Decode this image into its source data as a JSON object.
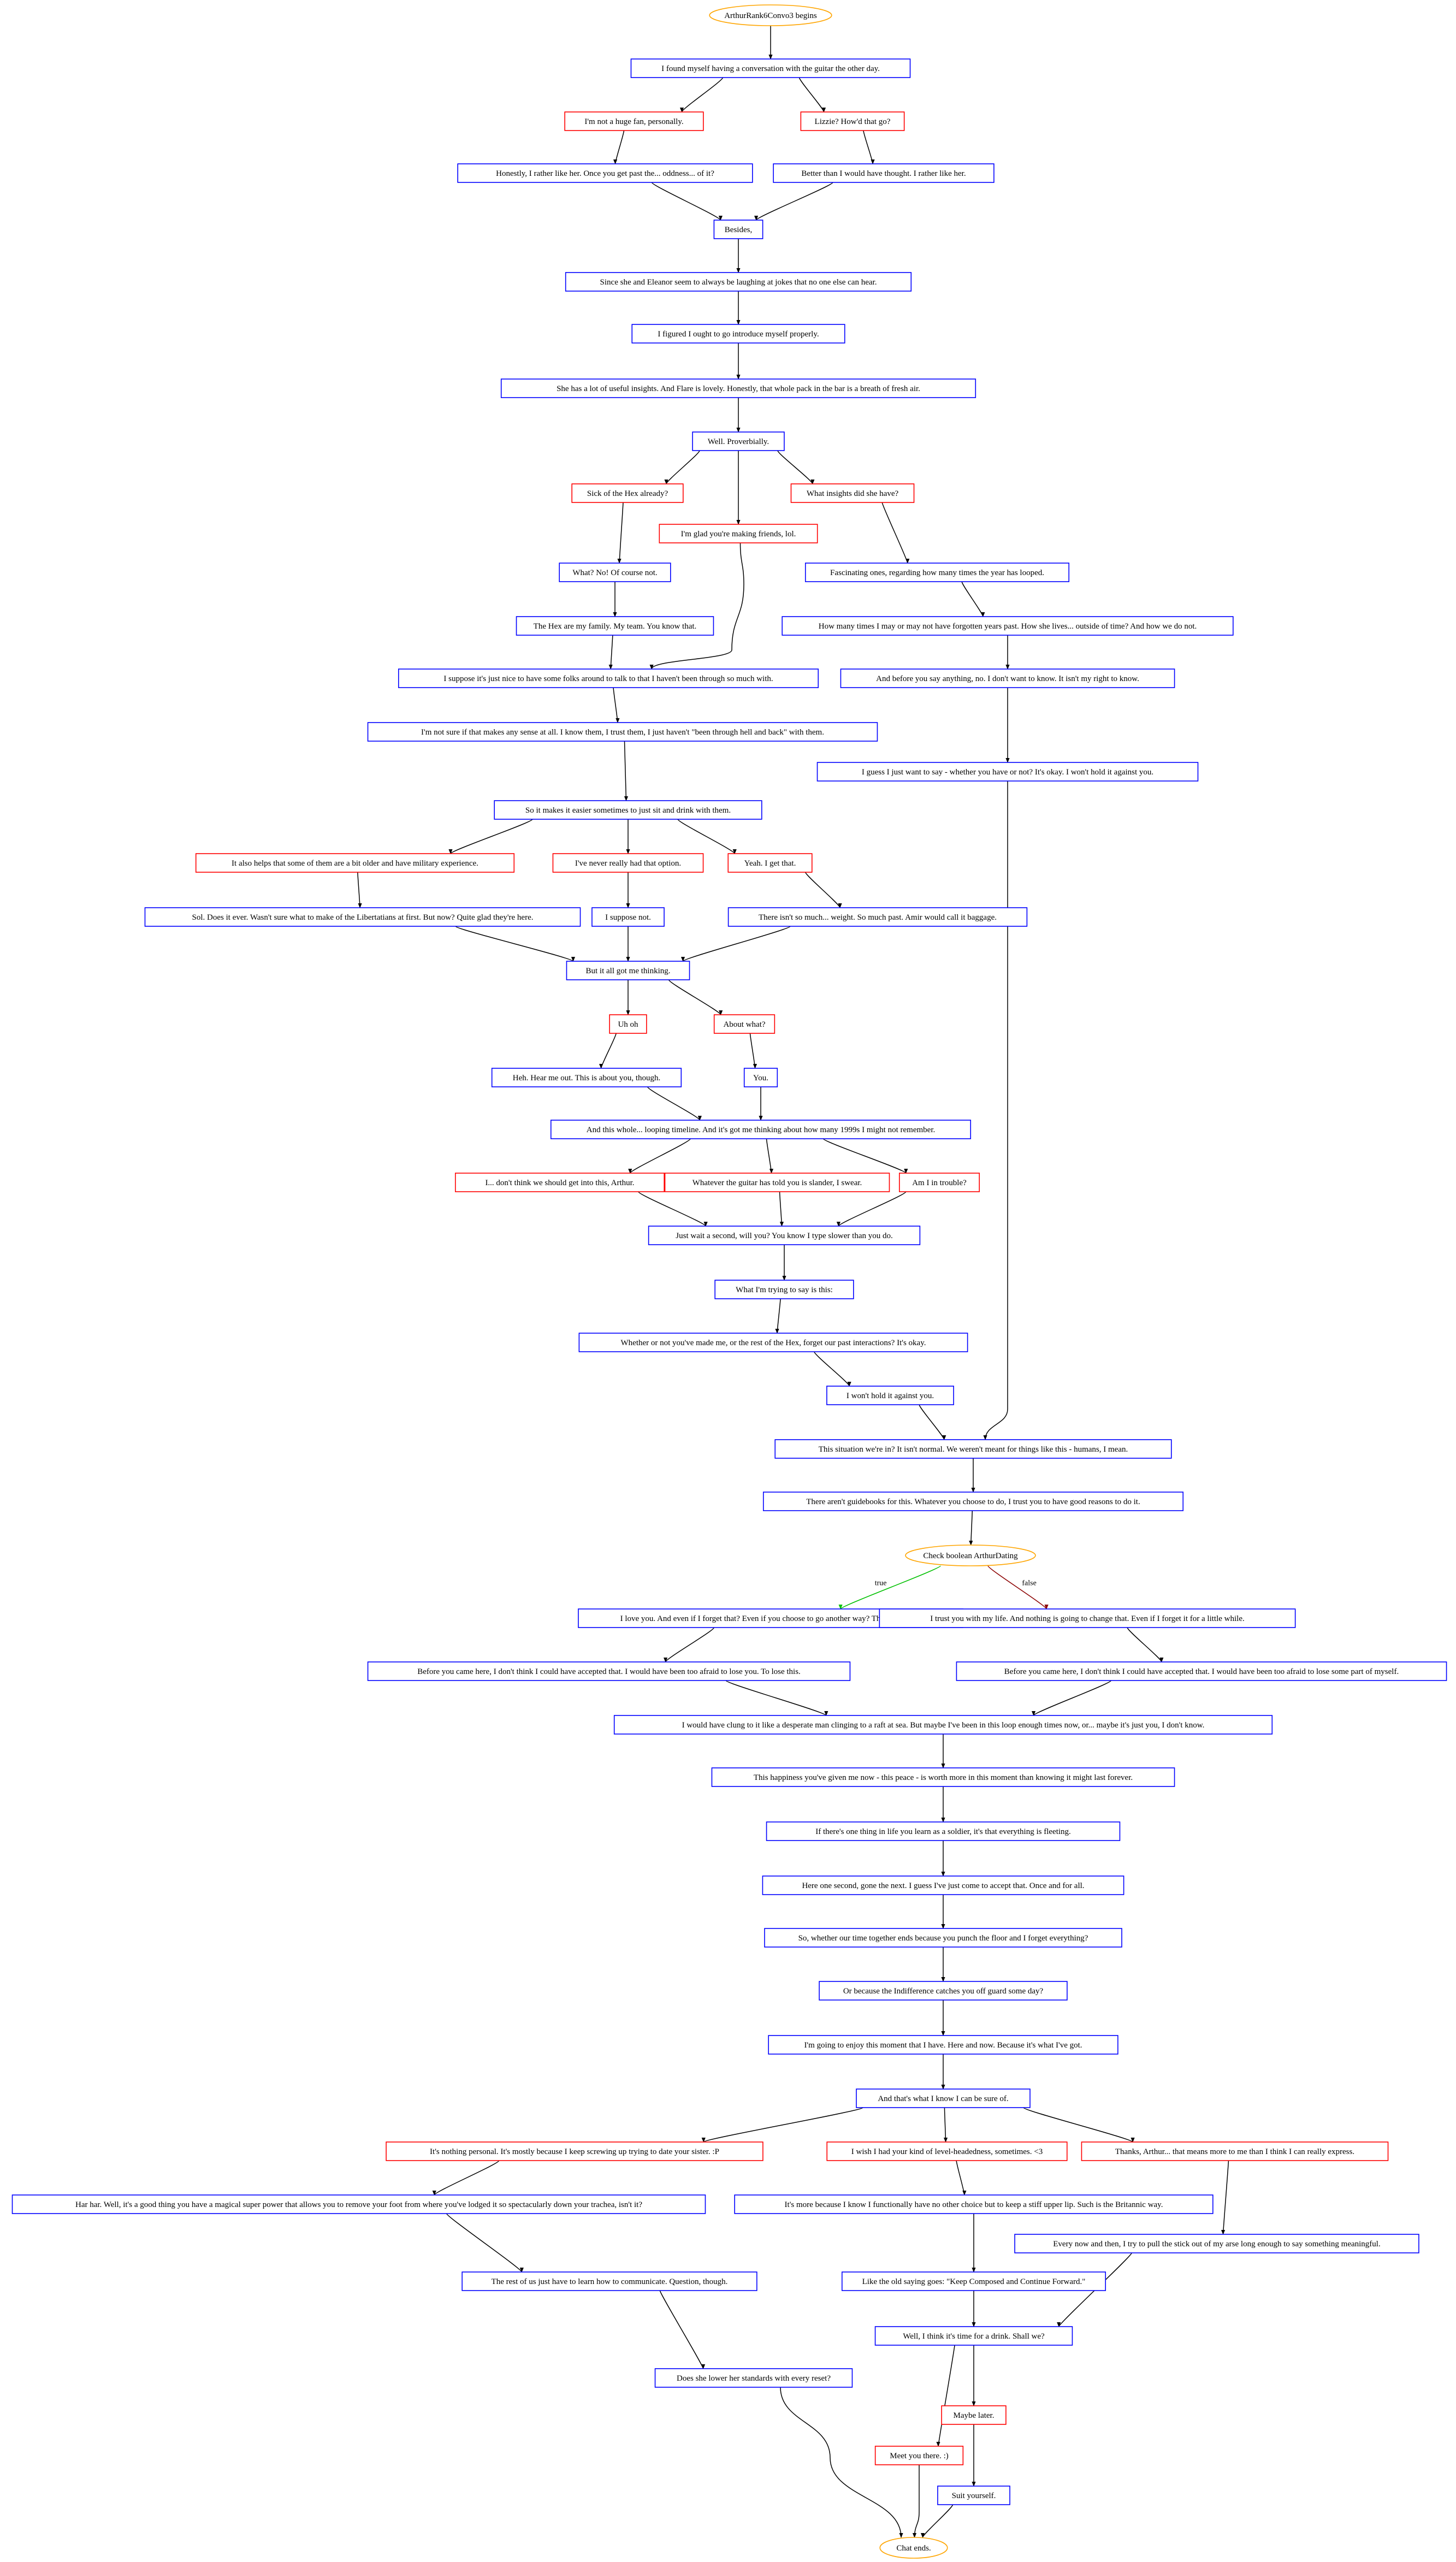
{
  "colors": {
    "blue": "#0000ff",
    "red": "#ff0000",
    "orange": "#ffa500",
    "green": "#00c000",
    "darkred": "#8b0000",
    "edge": "#000000",
    "text": "#000000"
  },
  "diagram": {
    "nodes": [
      {
        "id": "start",
        "text": "ArthurRank6Convo3 begins",
        "kind": "terminal",
        "color": "orange"
      },
      {
        "id": "n1",
        "text": "I found myself having a conversation with the guitar the other day.",
        "kind": "box",
        "color": "blue"
      },
      {
        "id": "c1",
        "text": "I'm not a huge fan, personally.",
        "kind": "box",
        "color": "red"
      },
      {
        "id": "c2",
        "text": "Lizzie? How'd that go?",
        "kind": "box",
        "color": "red"
      },
      {
        "id": "n2",
        "text": "Honestly, I rather like her. Once you get past the... oddness... of it?",
        "kind": "box",
        "color": "blue"
      },
      {
        "id": "n3",
        "text": "Better than I would have thought. I rather like her.",
        "kind": "box",
        "color": "blue"
      },
      {
        "id": "n4",
        "text": "Besides,",
        "kind": "box",
        "color": "blue"
      },
      {
        "id": "n5",
        "text": "Since she and Eleanor seem to always be laughing at jokes that no one else can hear.",
        "kind": "box",
        "color": "blue"
      },
      {
        "id": "n6",
        "text": "I figured I ought to go introduce myself properly.",
        "kind": "box",
        "color": "blue"
      },
      {
        "id": "n7",
        "text": "She has a lot of useful insights. And Flare is lovely. Honestly, that whole pack in the bar is a breath of fresh air.",
        "kind": "box",
        "color": "blue"
      },
      {
        "id": "n8",
        "text": "Well. Proverbially.",
        "kind": "box",
        "color": "blue"
      },
      {
        "id": "c3",
        "text": "Sick of the Hex already?",
        "kind": "box",
        "color": "red"
      },
      {
        "id": "c4",
        "text": "What insights did she have?",
        "kind": "box",
        "color": "red"
      },
      {
        "id": "c5",
        "text": "I'm glad you're making friends, lol.",
        "kind": "box",
        "color": "red"
      },
      {
        "id": "n9",
        "text": "What? No! Of course not.",
        "kind": "box",
        "color": "blue"
      },
      {
        "id": "n10",
        "text": "Fascinating ones, regarding how many times the year has looped.",
        "kind": "box",
        "color": "blue"
      },
      {
        "id": "n11",
        "text": "The Hex are my family. My team. You know that.",
        "kind": "box",
        "color": "blue"
      },
      {
        "id": "n12",
        "text": "How many times I may or may not have forgotten years past. How she lives... outside of time? And how we do not.",
        "kind": "box",
        "color": "blue"
      },
      {
        "id": "n13",
        "text": "I suppose it's just nice to have some folks around to talk to that I haven't been through so much with.",
        "kind": "box",
        "color": "blue"
      },
      {
        "id": "n14",
        "text": "And before you say anything, no. I don't want to know. It isn't my right to know.",
        "kind": "box",
        "color": "blue"
      },
      {
        "id": "n15",
        "text": "I'm not sure if that makes any sense at all. I know them, I trust them, I just haven't \"been through hell and back\" with them.",
        "kind": "box",
        "color": "blue"
      },
      {
        "id": "n16",
        "text": "I guess I just want to say - whether you have or not? It's okay. I won't hold it against you.",
        "kind": "box",
        "color": "blue"
      },
      {
        "id": "n17",
        "text": "So it makes it easier sometimes to just sit and drink with them.",
        "kind": "box",
        "color": "blue"
      },
      {
        "id": "c6",
        "text": "It also helps that some of them are a bit older and have military experience.",
        "kind": "box",
        "color": "red"
      },
      {
        "id": "c7",
        "text": "I've never really had that option.",
        "kind": "box",
        "color": "red"
      },
      {
        "id": "c8",
        "text": "Yeah. I get that.",
        "kind": "box",
        "color": "red"
      },
      {
        "id": "n18",
        "text": "Sol. Does it ever. Wasn't sure what to make of the Libertatians at first. But now? Quite glad they're here.",
        "kind": "box",
        "color": "blue"
      },
      {
        "id": "n19",
        "text": "I suppose not.",
        "kind": "box",
        "color": "blue"
      },
      {
        "id": "n20",
        "text": "There isn't so much... weight. So much past. Amir would call it baggage.",
        "kind": "box",
        "color": "blue"
      },
      {
        "id": "n21",
        "text": "But it all got me thinking.",
        "kind": "box",
        "color": "blue"
      },
      {
        "id": "c9",
        "text": "Uh oh",
        "kind": "box",
        "color": "red"
      },
      {
        "id": "c10",
        "text": "About what?",
        "kind": "box",
        "color": "red"
      },
      {
        "id": "n22",
        "text": "Heh. Hear me out. This is about you, though.",
        "kind": "box",
        "color": "blue"
      },
      {
        "id": "n23",
        "text": "You.",
        "kind": "box",
        "color": "blue"
      },
      {
        "id": "n24",
        "text": "And this whole... looping timeline. And it's got me thinking about how many 1999s I might not remember.",
        "kind": "box",
        "color": "blue"
      },
      {
        "id": "c11",
        "text": "I... don't think we should get into this, Arthur.",
        "kind": "box",
        "color": "red"
      },
      {
        "id": "c12",
        "text": "Whatever the guitar has told you is slander, I swear.",
        "kind": "box",
        "color": "red"
      },
      {
        "id": "c13",
        "text": "Am I in trouble?",
        "kind": "box",
        "color": "red"
      },
      {
        "id": "n25",
        "text": "Just wait a second, will you? You know I type slower than you do.",
        "kind": "box",
        "color": "blue"
      },
      {
        "id": "n26",
        "text": "What I'm trying to say is this:",
        "kind": "box",
        "color": "blue"
      },
      {
        "id": "n27",
        "text": "Whether or not you've made me, or the rest of the Hex, forget our past interactions? It's okay.",
        "kind": "box",
        "color": "blue"
      },
      {
        "id": "n28",
        "text": "I won't hold it against you.",
        "kind": "box",
        "color": "blue"
      },
      {
        "id": "n29",
        "text": "This situation we're in? It isn't normal. We weren't meant for things like this - humans, I mean.",
        "kind": "box",
        "color": "blue"
      },
      {
        "id": "n30",
        "text": "There aren't guidebooks for this. Whatever you choose to do, I trust you to have good reasons to do it.",
        "kind": "box",
        "color": "blue"
      },
      {
        "id": "check",
        "text": "Check boolean ArthurDating",
        "kind": "terminal",
        "color": "orange"
      },
      {
        "id": "n31",
        "text": "I love you. And even if I forget that? Even if you choose to go another way? That's all right.",
        "kind": "box",
        "color": "blue"
      },
      {
        "id": "n32",
        "text": "I trust you with my life. And nothing is going to change that. Even if I forget it for a little while.",
        "kind": "box",
        "color": "blue"
      },
      {
        "id": "n33",
        "text": "Before you came here, I don't think I could have accepted that. I would have been too afraid to lose you. To lose this.",
        "kind": "box",
        "color": "blue"
      },
      {
        "id": "n34",
        "text": "Before you came here, I don't think I could have accepted that. I would have been too afraid to lose some part of myself.",
        "kind": "box",
        "color": "blue"
      },
      {
        "id": "n35",
        "text": "I would have clung to it like a desperate man clinging to a raft at sea. But maybe I've been in this loop enough times now, or... maybe it's just you, I don't know.",
        "kind": "box",
        "color": "blue"
      },
      {
        "id": "n36",
        "text": "This happiness you've given me now - this peace - is worth more in this moment than knowing it might last forever.",
        "kind": "box",
        "color": "blue"
      },
      {
        "id": "n37",
        "text": "If there's one thing in life you learn as a soldier, it's that everything is fleeting.",
        "kind": "box",
        "color": "blue"
      },
      {
        "id": "n38",
        "text": "Here one second, gone the next. I guess I've just come to accept that. Once and for all.",
        "kind": "box",
        "color": "blue"
      },
      {
        "id": "n39",
        "text": "So, whether our time together ends because you punch the floor and I forget everything?",
        "kind": "box",
        "color": "blue"
      },
      {
        "id": "n40",
        "text": "Or because the Indifference catches you off guard some day?",
        "kind": "box",
        "color": "blue"
      },
      {
        "id": "n41",
        "text": "I'm going to enjoy this moment that I have. Here and now. Because it's what I've got.",
        "kind": "box",
        "color": "blue"
      },
      {
        "id": "n42",
        "text": "And that's what I know I can be sure of.",
        "kind": "box",
        "color": "blue"
      },
      {
        "id": "c14",
        "text": "It's nothing personal. It's mostly because I keep screwing up trying to date your sister. :P",
        "kind": "box",
        "color": "red"
      },
      {
        "id": "c15",
        "text": "I wish I had your kind of level-headedness, sometimes. <3",
        "kind": "box",
        "color": "red"
      },
      {
        "id": "c16",
        "text": "Thanks, Arthur... that means more to me than I think I can really express.",
        "kind": "box",
        "color": "red"
      },
      {
        "id": "n43",
        "text": "Har har. Well, it's a good thing you have a magical super power that allows you to remove your foot from where you've lodged it so spectacularly down your trachea, isn't it?",
        "kind": "box",
        "color": "blue"
      },
      {
        "id": "n44",
        "text": "It's more because I know I functionally have no other choice but to keep a stiff upper lip. Such is the Britannic way.",
        "kind": "box",
        "color": "blue"
      },
      {
        "id": "n45",
        "text": "Every now and then, I try to pull the stick out of my arse long enough to say something meaningful.",
        "kind": "box",
        "color": "blue"
      },
      {
        "id": "n46",
        "text": "The rest of us just have to learn how to communicate. Question, though.",
        "kind": "box",
        "color": "blue"
      },
      {
        "id": "n47",
        "text": "Like the old saying goes: \"Keep Composed and Continue Forward.\"",
        "kind": "box",
        "color": "blue"
      },
      {
        "id": "n48",
        "text": "Well, I think it's time for a drink. Shall we?",
        "kind": "box",
        "color": "blue"
      },
      {
        "id": "n49",
        "text": "Does she lower her standards with every reset?",
        "kind": "box",
        "color": "blue"
      },
      {
        "id": "c17",
        "text": "Maybe later.",
        "kind": "box",
        "color": "red"
      },
      {
        "id": "c18",
        "text": "Meet you there. :)",
        "kind": "box",
        "color": "red"
      },
      {
        "id": "n50",
        "text": "Suit yourself.",
        "kind": "box",
        "color": "blue"
      },
      {
        "id": "end",
        "text": "Chat ends.",
        "kind": "terminal",
        "color": "orange"
      }
    ],
    "edges": [
      {
        "from": "start",
        "to": "n1"
      },
      {
        "from": "n1",
        "to": "c1"
      },
      {
        "from": "n1",
        "to": "c2"
      },
      {
        "from": "c1",
        "to": "n2"
      },
      {
        "from": "c2",
        "to": "n3"
      },
      {
        "from": "n2",
        "to": "n4"
      },
      {
        "from": "n3",
        "to": "n4"
      },
      {
        "from": "n4",
        "to": "n5"
      },
      {
        "from": "n5",
        "to": "n6"
      },
      {
        "from": "n6",
        "to": "n7"
      },
      {
        "from": "n7",
        "to": "n8"
      },
      {
        "from": "n8",
        "to": "c3"
      },
      {
        "from": "n8",
        "to": "c5"
      },
      {
        "from": "n8",
        "to": "c4"
      },
      {
        "from": "c3",
        "to": "n9"
      },
      {
        "from": "n9",
        "to": "n11"
      },
      {
        "from": "n11",
        "to": "n13"
      },
      {
        "from": "c5",
        "to": "n13"
      },
      {
        "from": "c4",
        "to": "n10"
      },
      {
        "from": "n10",
        "to": "n12"
      },
      {
        "from": "n12",
        "to": "n14"
      },
      {
        "from": "n14",
        "to": "n16"
      },
      {
        "from": "n13",
        "to": "n15"
      },
      {
        "from": "n15",
        "to": "n17"
      },
      {
        "from": "n17",
        "to": "c6"
      },
      {
        "from": "n17",
        "to": "c7"
      },
      {
        "from": "n17",
        "to": "c8"
      },
      {
        "from": "c6",
        "to": "n18"
      },
      {
        "from": "c7",
        "to": "n19"
      },
      {
        "from": "c8",
        "to": "n20"
      },
      {
        "from": "n18",
        "to": "n21"
      },
      {
        "from": "n19",
        "to": "n21"
      },
      {
        "from": "n20",
        "to": "n21"
      },
      {
        "from": "n21",
        "to": "c9"
      },
      {
        "from": "n21",
        "to": "c10"
      },
      {
        "from": "c9",
        "to": "n22"
      },
      {
        "from": "c10",
        "to": "n23"
      },
      {
        "from": "n22",
        "to": "n24"
      },
      {
        "from": "n23",
        "to": "n24"
      },
      {
        "from": "n24",
        "to": "c11"
      },
      {
        "from": "n24",
        "to": "c12"
      },
      {
        "from": "n24",
        "to": "c13"
      },
      {
        "from": "c11",
        "to": "n25"
      },
      {
        "from": "c12",
        "to": "n25"
      },
      {
        "from": "c13",
        "to": "n25"
      },
      {
        "from": "n25",
        "to": "n26"
      },
      {
        "from": "n26",
        "to": "n27"
      },
      {
        "from": "n27",
        "to": "n28"
      },
      {
        "from": "n28",
        "to": "n29"
      },
      {
        "from": "n16",
        "to": "n29"
      },
      {
        "from": "n29",
        "to": "n30"
      },
      {
        "from": "n30",
        "to": "check"
      },
      {
        "from": "check",
        "to": "n31",
        "label": "true",
        "color": "green"
      },
      {
        "from": "check",
        "to": "n32",
        "label": "false",
        "color": "darkred"
      },
      {
        "from": "n31",
        "to": "n33"
      },
      {
        "from": "n32",
        "to": "n34"
      },
      {
        "from": "n33",
        "to": "n35"
      },
      {
        "from": "n34",
        "to": "n35"
      },
      {
        "from": "n35",
        "to": "n36"
      },
      {
        "from": "n36",
        "to": "n37"
      },
      {
        "from": "n37",
        "to": "n38"
      },
      {
        "from": "n38",
        "to": "n39"
      },
      {
        "from": "n39",
        "to": "n40"
      },
      {
        "from": "n40",
        "to": "n41"
      },
      {
        "from": "n41",
        "to": "n42"
      },
      {
        "from": "n42",
        "to": "c14"
      },
      {
        "from": "n42",
        "to": "c15"
      },
      {
        "from": "n42",
        "to": "c16"
      },
      {
        "from": "c14",
        "to": "n43"
      },
      {
        "from": "c15",
        "to": "n44"
      },
      {
        "from": "c16",
        "to": "n45"
      },
      {
        "from": "n43",
        "to": "n46"
      },
      {
        "from": "n46",
        "to": "n49"
      },
      {
        "from": "n49",
        "to": "end"
      },
      {
        "from": "n44",
        "to": "n47"
      },
      {
        "from": "n47",
        "to": "n48"
      },
      {
        "from": "n45",
        "to": "n48"
      },
      {
        "from": "n48",
        "to": "c18"
      },
      {
        "from": "n48",
        "to": "c17"
      },
      {
        "from": "c17",
        "to": "n50"
      },
      {
        "from": "n50",
        "to": "end"
      },
      {
        "from": "c18",
        "to": "end"
      }
    ]
  }
}
